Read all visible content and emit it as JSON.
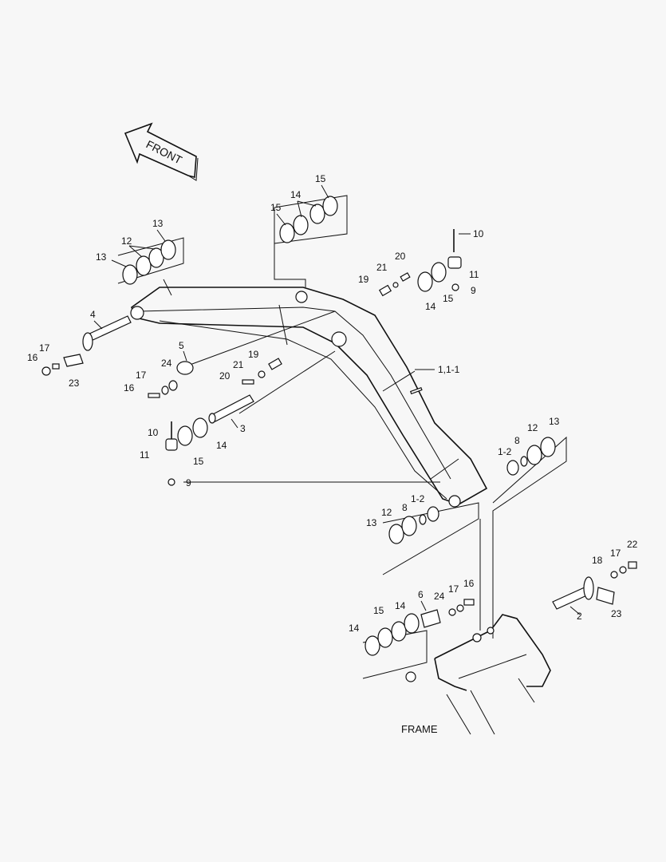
{
  "arrow_label": "FRONT",
  "frame_label": "FRAME",
  "part_labels": {
    "p1_1_1": "1,1-1",
    "p1_2": "1-2",
    "p2": "2",
    "p3": "3",
    "p4": "4",
    "p5": "5",
    "p6": "6",
    "p8": "8",
    "p9": "9",
    "p10": "10",
    "p11": "11",
    "p12": "12",
    "p13": "13",
    "p14": "14",
    "p15": "15",
    "p16": "16",
    "p17": "17",
    "p18": "18",
    "p19": "19",
    "p20": "20",
    "p21": "21",
    "p22": "22",
    "p23": "23",
    "p24": "24"
  }
}
